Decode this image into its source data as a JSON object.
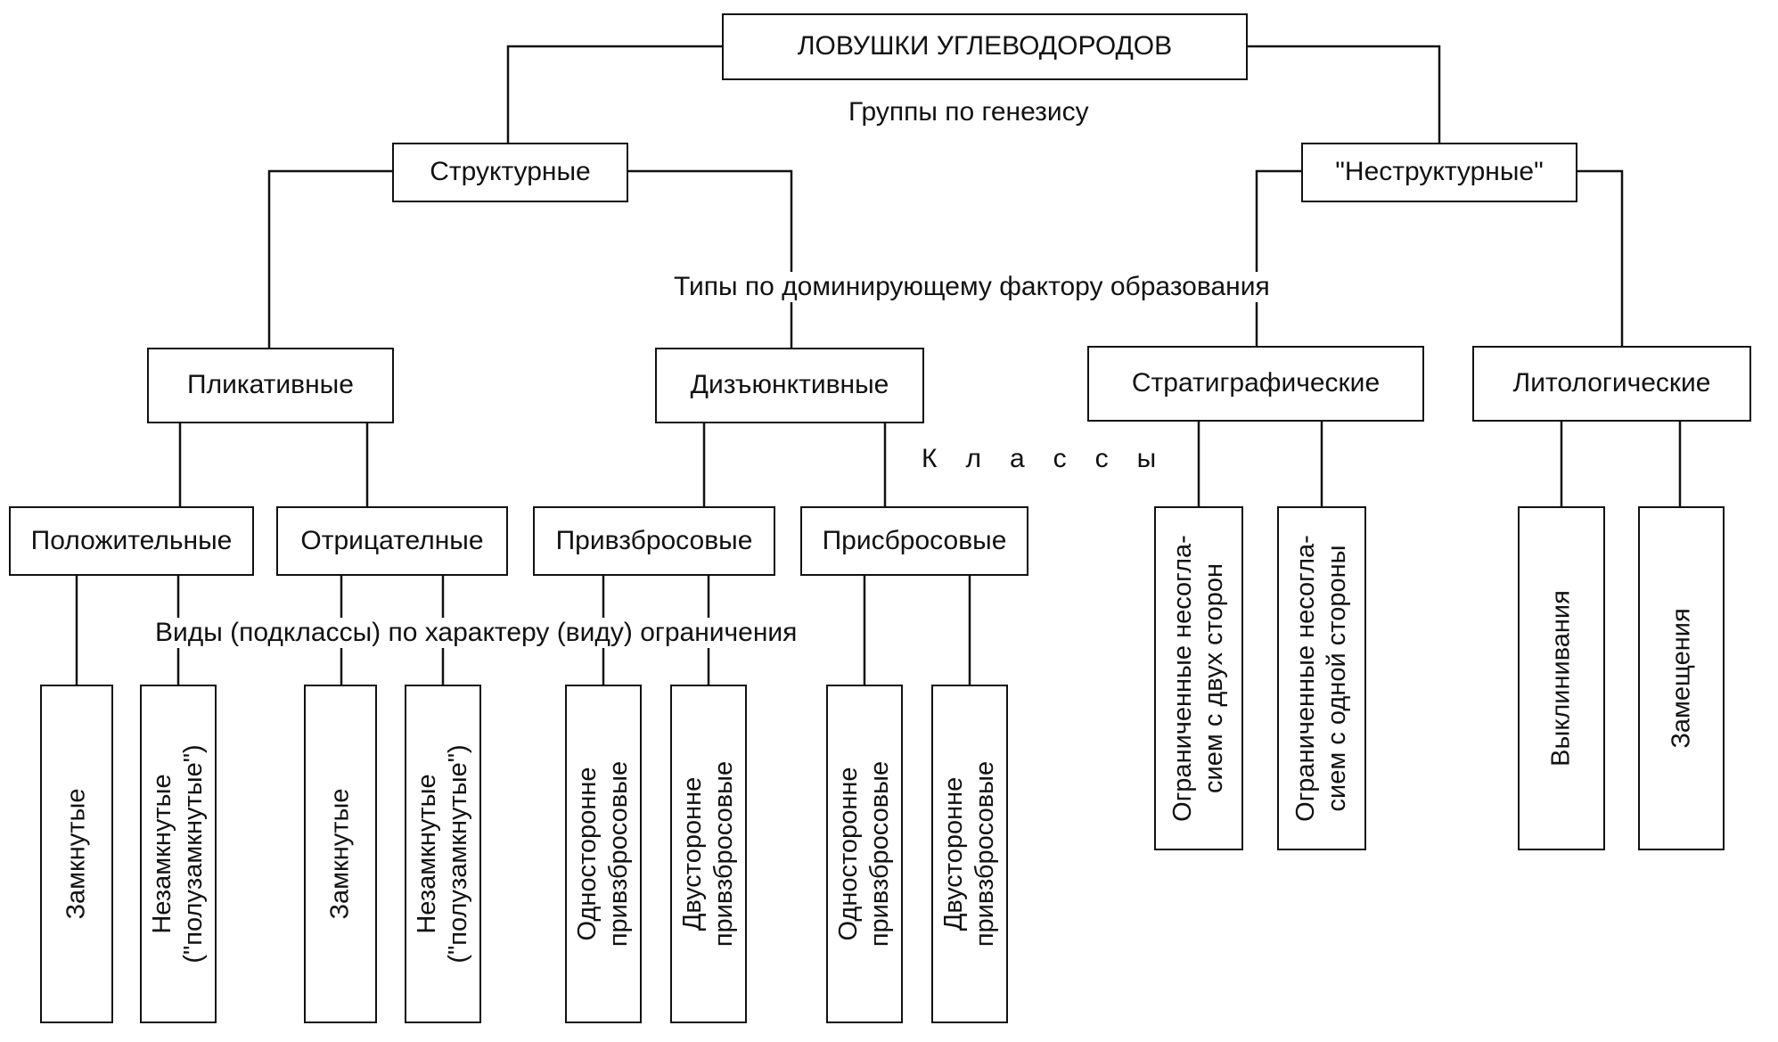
{
  "root": "ЛОВУШКИ УГЛЕВОДОРОДОВ",
  "levels": {
    "groups": "Группы по генезису",
    "types": "Типы по доминирующему фактору образования",
    "classes": "Классы",
    "kinds": "Виды (подклассы) по характеру (виду) ограничения"
  },
  "groups": {
    "structural": "Структурные",
    "nonstructural": "\"Неструктурные\""
  },
  "types": {
    "plicative": "Пликативные",
    "disjunctive": "Дизъюнктивные",
    "stratigraphic": "Стратиграфические",
    "lithologic": "Литологические"
  },
  "classes": {
    "positive": "Положительные",
    "negative": "Отрицателные",
    "thrust": "Привзбросовые",
    "fault": "Присбросовые"
  },
  "kinds": {
    "pos_closed": [
      "Замкнутые"
    ],
    "pos_open": [
      "Незамкнутые",
      "(\"полузамкнутые\")"
    ],
    "neg_closed": [
      "Замкнутые"
    ],
    "neg_open": [
      "Незамкнутые",
      "(\"полузамкнутые\")"
    ],
    "thrust_one": [
      "Односторонне",
      "привзбросовые"
    ],
    "thrust_two": [
      "Двусторонне",
      "привзбросовые"
    ],
    "fault_one": [
      "Односторонне",
      "привзбросовые"
    ],
    "fault_two": [
      "Двусторонне",
      "привзбросовые"
    ],
    "strat_two": [
      "Ограниченные несогла-",
      "сием с двух сторон"
    ],
    "strat_one": [
      "Ограниченные несогла-",
      "сием с одной стороны"
    ],
    "lith_wedge": [
      "Выклинивания"
    ],
    "lith_replace": [
      "Замещения"
    ]
  }
}
